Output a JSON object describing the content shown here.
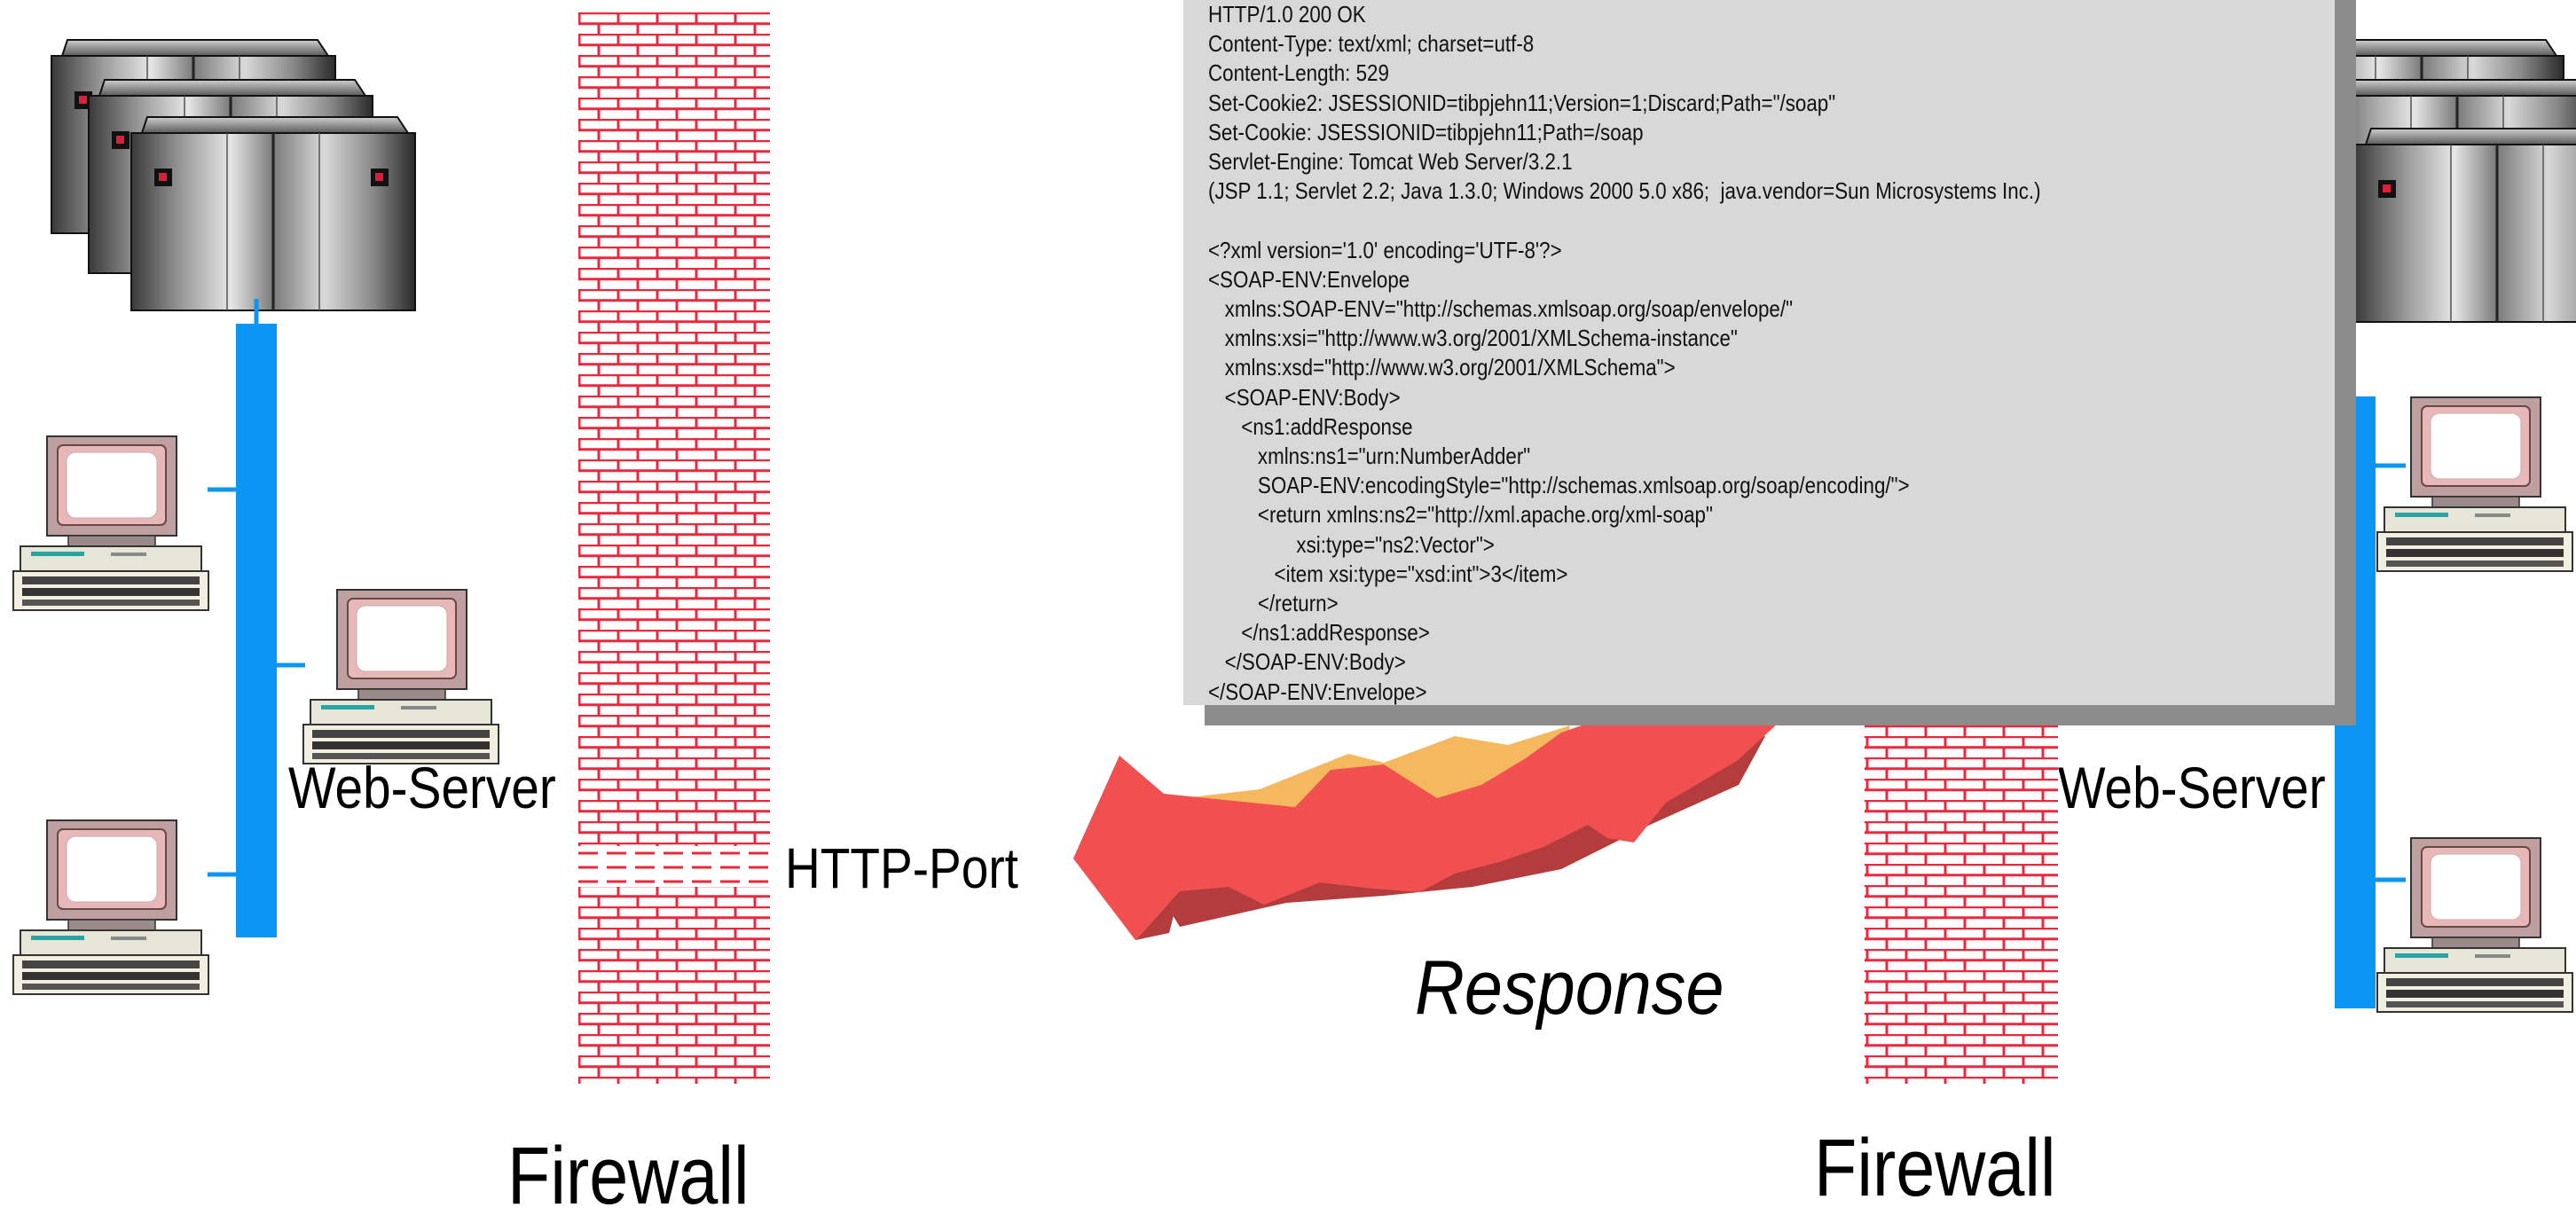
{
  "diagram": {
    "left_server_label": "Web-Server",
    "right_server_label": "Web-Server",
    "port_label": "HTTP-Port",
    "left_firewall_label": "Firewall",
    "right_firewall_label": "Firewall",
    "arrow_label": "Response",
    "colors": {
      "network_bus": "#0a96f2",
      "firewall_brick": "#e8283c",
      "arrow": "#f25050",
      "arrow_shadow": "#b43c3c",
      "arrow_highlight": "#f5b85e",
      "panel_background": "#d8d8d8",
      "panel_shadow": "#8c8c8c",
      "monitor_screen": "#e8b8b8"
    },
    "icons": [
      "mainframe-server-icon",
      "desktop-computer-icon",
      "brick-firewall-icon",
      "lightning-arrow-icon"
    ]
  },
  "response_message": {
    "lines": [
      "HTTP/1.0 200 OK",
      "Content-Type: text/xml; charset=utf-8",
      "Content-Length: 529",
      "Set-Cookie2: JSESSIONID=tibpjehn11;Version=1;Discard;Path=\"/soap\"",
      "Set-Cookie: JSESSIONID=tibpjehn11;Path=/soap",
      "Servlet-Engine: Tomcat Web Server/3.2.1",
      "(JSP 1.1; Servlet 2.2; Java 1.3.0; Windows 2000 5.0 x86;  java.vendor=Sun Microsystems Inc.)",
      "",
      "<?xml version='1.0' encoding='UTF-8'?>",
      "<SOAP-ENV:Envelope",
      "   xmlns:SOAP-ENV=\"http://schemas.xmlsoap.org/soap/envelope/\"",
      "   xmlns:xsi=\"http://www.w3.org/2001/XMLSchema-instance\"",
      "   xmlns:xsd=\"http://www.w3.org/2001/XMLSchema\">",
      "   <SOAP-ENV:Body>",
      "      <ns1:addResponse",
      "         xmlns:ns1=\"urn:NumberAdder\"",
      "         SOAP-ENV:encodingStyle=\"http://schemas.xmlsoap.org/soap/encoding/\">",
      "         <return xmlns:ns2=\"http://xml.apache.org/xml-soap\"",
      "                xsi:type=\"ns2:Vector\">",
      "            <item xsi:type=\"xsd:int\">3</item>",
      "         </return>",
      "      </ns1:addResponse>",
      "   </SOAP-ENV:Body>",
      "</SOAP-ENV:Envelope>"
    ]
  }
}
